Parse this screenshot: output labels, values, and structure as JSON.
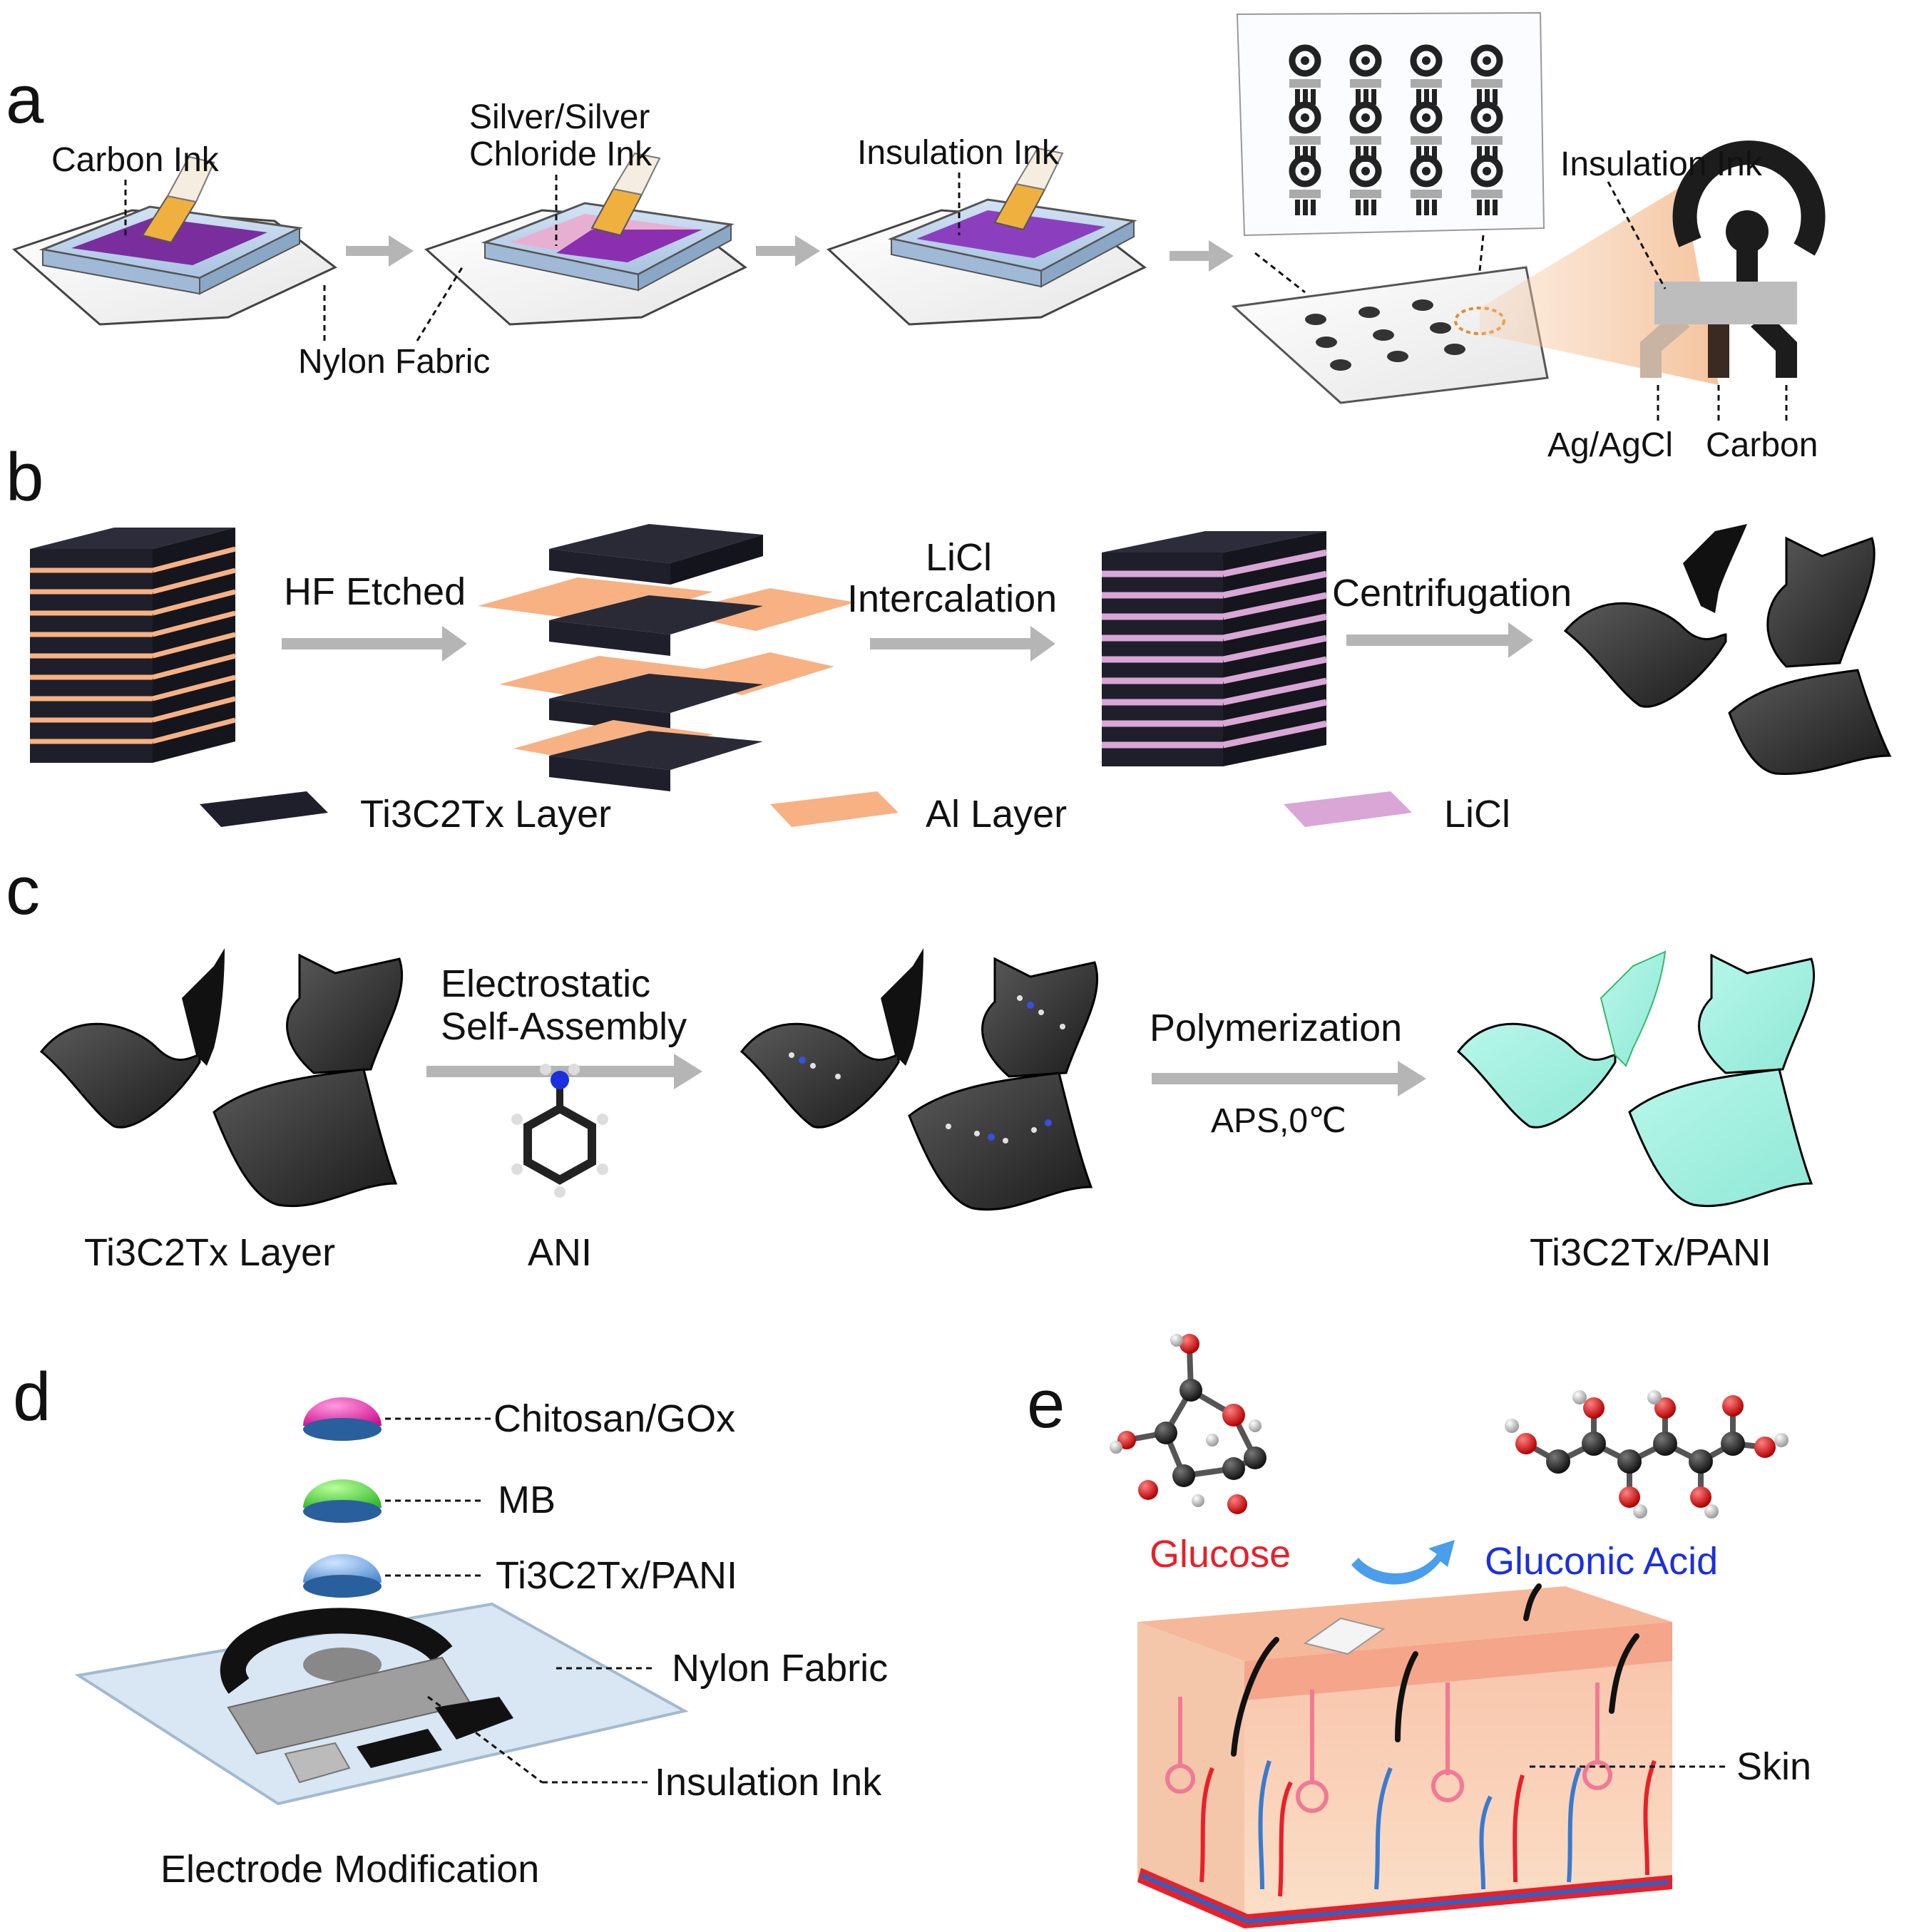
{
  "panels": {
    "a": "a",
    "b": "b",
    "c": "c",
    "d": "d",
    "e": "e"
  },
  "panel_a": {
    "carbon_ink": "Carbon Ink",
    "silver_line1": "Silver/Silver",
    "silver_line2": "Chloride Ink",
    "insulation_ink": "Insulation Ink",
    "nylon_fabric": "Nylon Fabric",
    "insulation_ink_detail": "Insulation Ink",
    "ag_agcl": "Ag/AgCl",
    "carbon": "Carbon"
  },
  "panel_b": {
    "hf_etched": "HF Etched",
    "licl_line1": "LiCl",
    "licl_line2": "Intercalation",
    "centrifugation": "Centrifugation",
    "legend": [
      {
        "name": "Ti3C2Tx Layer",
        "color": "#1f1f2b"
      },
      {
        "name": "Al Layer",
        "color": "#f7b183"
      },
      {
        "name": "LiCl",
        "color": "#d9a6d6"
      }
    ]
  },
  "panel_c": {
    "electrostatic_line1": "Electrostatic",
    "electrostatic_line2": "Self-Assembly",
    "polymerization": "Polymerization",
    "aps": "APS,0℃",
    "ti_layer": "Ti3C2Tx  Layer",
    "ani": "ANI",
    "ti_pani": "Ti3C2Tx/PANI"
  },
  "panel_d": {
    "chitosan": "Chitosan/GOx",
    "mb": "MB",
    "ti_pani": "Ti3C2Tx/PANI",
    "nylon_fabric": "Nylon Fabric",
    "insulation_ink": "Insulation Ink",
    "electrode_modification": "Electrode Modification"
  },
  "panel_e": {
    "glucose": "Glucose",
    "gluconic_acid": "Gluconic Acid",
    "skin": "Skin"
  },
  "colors": {
    "mxene": "#1f1f2b",
    "al_layer": "#f7b183",
    "licl": "#d9a6d6",
    "pani": "#a3f2e3",
    "glucose": "#e8202a",
    "gluconic": "#1b2fe0",
    "arrow_grey": "#b5b5b5"
  }
}
